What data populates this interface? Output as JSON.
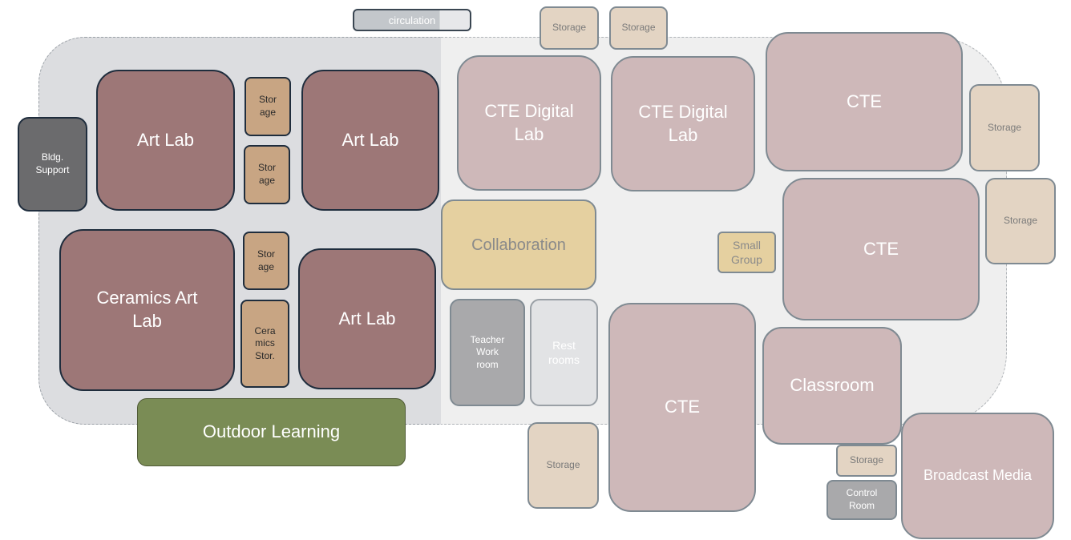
{
  "rooms": {
    "circulation": "circulation",
    "bldg_support": "Bldg.\nSupport",
    "art_lab_1": "Art Lab",
    "storage_art_1": "Stor\nage",
    "storage_art_2": "Stor\nage",
    "art_lab_2": "Art Lab",
    "ceramics_art_lab": "Ceramics Art\nLab",
    "storage_art_3": "Stor\nage",
    "ceramics_storage": "Cera\nmics\nStor.",
    "art_lab_3": "Art Lab",
    "outdoor_learning": "Outdoor Learning",
    "storage_top_1": "Storage",
    "storage_top_2": "Storage",
    "cte_digital_lab_1": "CTE Digital\nLab",
    "cte_digital_lab_2": "CTE Digital\nLab",
    "cte_top_right": "CTE",
    "storage_right_1": "Storage",
    "storage_right_2": "Storage",
    "collaboration": "Collaboration",
    "small_group": "Small\nGroup",
    "cte_middle_right": "CTE",
    "teacher_work_room": "Teacher\nWork\nroom",
    "rest_rooms": "Rest\nrooms",
    "cte_bottom": "CTE",
    "classroom": "Classroom",
    "storage_bottom_left": "Storage",
    "storage_bottom_right": "Storage",
    "control_room": "Control\nRoom",
    "broadcast_media": "Broadcast Media"
  },
  "colors": {
    "art_lab": "#9d7777",
    "art_storage": "#c8a583",
    "cte": "#ceb8b9",
    "storage": "#e3d4c3",
    "collaboration": "#e5d0a0",
    "outdoor": "#7a8c55",
    "support": "#6b6b6d",
    "staff": "#a9a9ab",
    "restrooms": "#e2e3e5"
  }
}
